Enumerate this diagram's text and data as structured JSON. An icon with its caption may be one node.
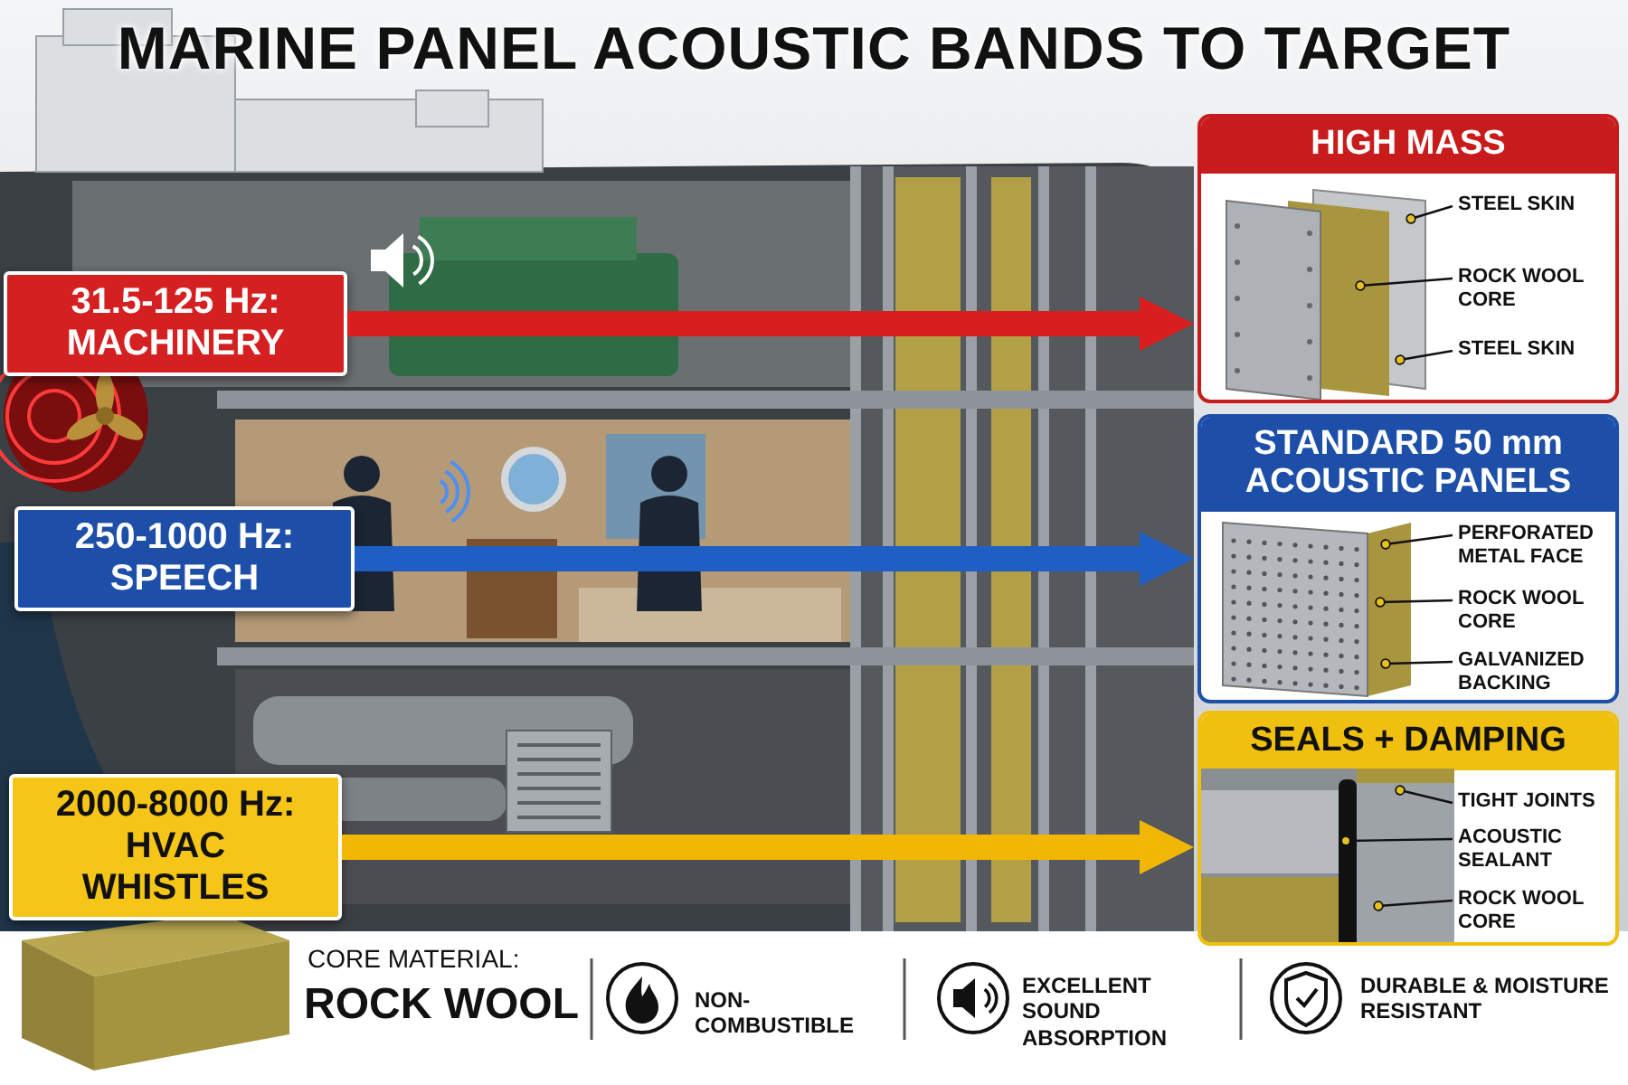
{
  "diagram": {
    "title": "MARINE PANEL ACOUSTIC BANDS TO TARGET",
    "nodes": [
      {
        "text": [
          "31.5-125 Hz: MACHINERY"
        ]
      },
      {
        "text": [
          "250-1000 Hz: SPEECH"
        ]
      },
      {
        "text": [
          "2000-8000 Hz: HVAC WHISTLES"
        ]
      },
      {
        "text": [
          "HIGH MASS"
        ]
      },
      {
        "text": [
          "STEEL SKIN"
        ],
        "in": 3
      },
      {
        "text": [
          "ROCK WOOL CORE"
        ],
        "in": 3
      },
      {
        "text": [
          "STEEL SKIN"
        ],
        "in": 3
      },
      {
        "text": [
          "STANDARD 50 mm ACOUSTIC PANELS"
        ]
      },
      {
        "text": [
          "PERFORATED METAL FACE"
        ],
        "in": 7
      },
      {
        "text": [
          "ROCK WOOL CORE"
        ],
        "in": 7
      },
      {
        "text": [
          "GALVANIZED BACKING"
        ],
        "in": 7
      },
      {
        "text": [
          "SEALS + DAMPING"
        ]
      },
      {
        "text": [
          "TIGHT JOINTS"
        ],
        "in": 11
      },
      {
        "text": [
          "ACOUSTIC SEALANT"
        ],
        "in": 11
      },
      {
        "text": [
          "ROCK WOOL CORE"
        ],
        "in": 11
      }
    ],
    "edges": [
      {
        "from": 0,
        "to": 3,
        "arrow": "to",
        "style": "thick",
        "color": "#d91e1e"
      },
      {
        "from": 1,
        "to": 7,
        "arrow": "to",
        "style": "thick",
        "color": "#1f5fc4"
      },
      {
        "from": 2,
        "to": 11,
        "arrow": "to",
        "style": "thick",
        "color": "#f2b705"
      },
      {
        "from": 4,
        "to": null,
        "arrow": "other"
      },
      {
        "from": 5,
        "to": null,
        "arrow": "other"
      },
      {
        "from": 6,
        "to": null,
        "arrow": "other"
      },
      {
        "from": 8,
        "to": null,
        "arrow": "other"
      },
      {
        "from": 9,
        "to": null,
        "arrow": "other"
      },
      {
        "from": 10,
        "to": null,
        "arrow": "other"
      },
      {
        "from": 12,
        "to": null,
        "arrow": "other"
      },
      {
        "from": 13,
        "to": null,
        "arrow": "other"
      },
      {
        "from": 14,
        "to": null,
        "arrow": "other"
      }
    ],
    "labels": [
      "CORE MATERIAL:",
      "ROCK WOOL",
      "NON-COMBUSTIBLE",
      "EXCELLENT SOUND ABSORPTION",
      "DURABLE & MOISTURE RESISTANT"
    ]
  }
}
